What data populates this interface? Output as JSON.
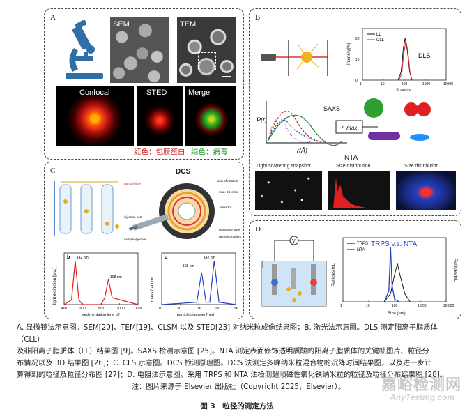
{
  "panel_a": {
    "label": "A",
    "sem_label": "SEM",
    "tem_label": "TEM",
    "confocal_label": "Confocal",
    "sted_label": "STED",
    "merge_label": "Merge",
    "legend_red": "红色：包膜蛋白",
    "legend_green": "绿色：病毒"
  },
  "panel_b": {
    "label": "B",
    "dls_title": "DLS",
    "dls_ylabel": "Intensity(%)",
    "dls_xlabel": "Size/nm",
    "dls_legend": [
      "LL",
      "CLL"
    ],
    "dls_xticks": [
      "1",
      "10",
      "100",
      "1000",
      "10000"
    ],
    "dls_yticks": [
      "0",
      "10",
      "20"
    ],
    "saxs_title": "SAXS",
    "saxs_ylabel": "P(r)",
    "saxs_xlabel": "r(Å)",
    "rmax_label": "r_max",
    "nta_title": "NTA",
    "nta_sub1": "Light scattering snapshot",
    "nta_sub2": "Size distribution",
    "nta_sub3": "Size distribution"
  },
  "panel_c": {
    "label": "C",
    "dcs_title": "DCS",
    "dcs_notes": [
      "axis of rotation",
      "max. 24 krpm",
      "detector",
      "injection port",
      "sample injection",
      "dodecane layer",
      "density gradient",
      "particle flow"
    ],
    "chart_b_label": "b",
    "chart_b_ylabel": "light extinction [a.u.]",
    "chart_b_xlabel": "sedimentation time [s]",
    "chart_b_xticks": [
      "400",
      "600",
      "800",
      "1000",
      "1200"
    ],
    "chart_b_peaks": [
      "142 nm",
      "108 nm"
    ],
    "chart_c_label": "c",
    "chart_c_ylabel": "mass fraction",
    "chart_c_xlabel": "particle diameter [nm]",
    "chart_c_xticks": [
      "0",
      "50",
      "100",
      "150",
      "200"
    ],
    "chart_c_peaks": [
      "108 nm",
      "142 nm"
    ]
  },
  "panel_d": {
    "label": "D",
    "chart_title": "TRPS v.s. NTA",
    "legend": [
      "TRPS",
      "NTA"
    ],
    "ylabel_left": "Particles/mL",
    "ylabel_right": "Particles/mL",
    "xlabel": "Size (nm)",
    "xticks": [
      "1",
      "10",
      "100",
      "1,000",
      "10,000"
    ],
    "meter_label": "V"
  },
  "caption": {
    "line1": "A. 显微镜法示意图。SEM[20]、TEM[19]、CLSM 以及 STED[23] 对纳米粒成像结果图；B. 激光法示意图。DLS 测定阳离子脂质体（CLL）",
    "line2": "及非阳离子脂质体（LL）结果图 [9]。SAXS 检测示意图 [25]。NTA 测定表面修饰透明质酸的阳离子脂质体的关键帧图片、粒径分",
    "line3": "布情况以及 3D 结果图 [26]；C. CLS 示意图。DCS 检测原理图。DCS 法测定多峰纳米粒混合物的沉降时间结果图，以及进一步计",
    "line4": "算得到的粒径及粒径分布图 [27]；D. 电阻法示意图。采用 TRPS 和 NTA 法检测超顺磁性氧化铁纳米粒的粒径及粒径分布结果图 [28]。",
    "note": "注：图片来源于 Elsevier 出版社（Copyright 2025，Elsevier）。",
    "figure_title": "图 3　粒径的测定方法"
  },
  "watermark": {
    "cn": "嘉峪检测网",
    "en": "AnyTesting.com"
  },
  "colors": {
    "red": "#e02020",
    "green": "#2aa02a",
    "blue": "#2040c0",
    "black": "#111111"
  },
  "chart_data": [
    {
      "type": "line",
      "title": "DLS",
      "xlabel": "Size/nm",
      "ylabel": "Intensity(%)",
      "x_scale": "log",
      "series": [
        {
          "name": "LL",
          "x": [
            50,
            70,
            90,
            110,
            140,
            180,
            230
          ],
          "y": [
            0,
            4,
            15,
            20,
            14,
            4,
            0
          ]
        },
        {
          "name": "CLL",
          "x": [
            55,
            75,
            95,
            120,
            150,
            190,
            240
          ],
          "y": [
            0,
            3,
            13,
            19,
            13,
            3,
            0
          ]
        }
      ]
    },
    {
      "type": "line",
      "xlabel": "sedimentation time [s]",
      "ylabel": "light extinction [a.u.]",
      "annotations": [
        "142 nm",
        "108 nm"
      ],
      "series": [
        {
          "x": [
            400,
            480,
            520,
            560,
            600,
            800,
            840,
            880,
            920,
            1200
          ],
          "y": [
            0,
            0.1,
            0.95,
            0.1,
            0,
            0,
            0.15,
            0.55,
            0.15,
            0
          ]
        }
      ]
    },
    {
      "type": "line",
      "xlabel": "particle diameter [nm]",
      "ylabel": "mass fraction",
      "annotations": [
        "108 nm",
        "142 nm"
      ],
      "series": [
        {
          "x": [
            0,
            95,
            108,
            120,
            130,
            142,
            155,
            200
          ],
          "y": [
            0,
            0.05,
            0.7,
            0.05,
            0.05,
            0.95,
            0.05,
            0
          ]
        }
      ]
    },
    {
      "type": "line",
      "title": "TRPS v.s. NTA",
      "xlabel": "Size (nm)",
      "x_scale": "log",
      "series": [
        {
          "name": "TRPS",
          "x": [
            40,
            60,
            70,
            80,
            100,
            150
          ],
          "y": [
            0,
            0.2,
            1.0,
            0.3,
            0.05,
            0
          ]
        },
        {
          "name": "NTA",
          "x": [
            40,
            70,
            100,
            130,
            160,
            250,
            400
          ],
          "y": [
            0,
            0.15,
            0.5,
            0.7,
            0.5,
            0.15,
            0
          ]
        }
      ]
    }
  ]
}
